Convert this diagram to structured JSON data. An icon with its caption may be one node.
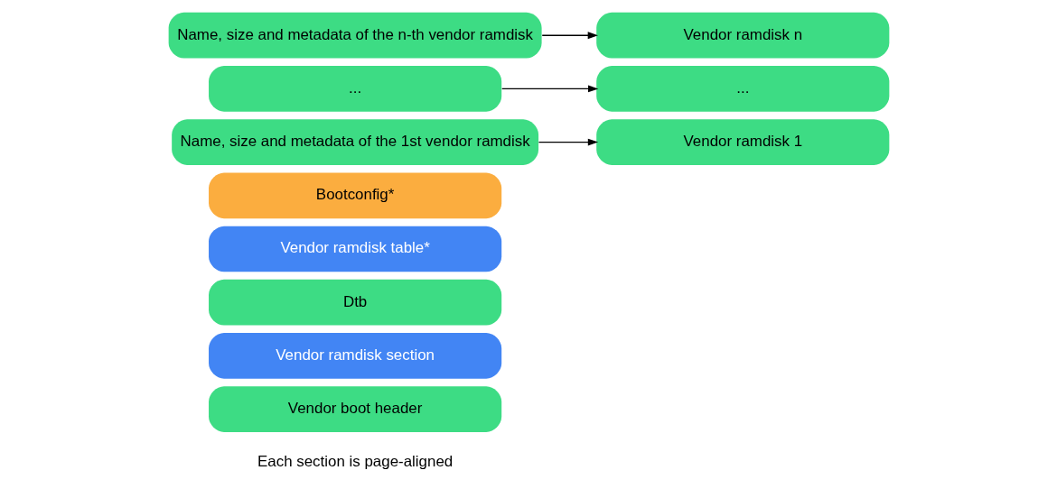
{
  "diagram": {
    "nodes": [
      {
        "text": [
          "Vendor boot header"
        ]
      },
      {
        "text": [
          "Vendor ramdisk section"
        ]
      },
      {
        "text": [
          "Dtb"
        ]
      },
      {
        "text": [
          "Vendor ramdisk table*"
        ]
      },
      {
        "text": [
          "Bootconfig*"
        ]
      },
      {
        "text": [
          "Vendor ramdisk 1"
        ]
      },
      {
        "text": [
          "..."
        ]
      },
      {
        "text": [
          "Vendor ramdisk n"
        ]
      },
      {
        "text": [
          "Name, size and metadata of the 1st vendor ramdisk"
        ]
      },
      {
        "text": [
          "..."
        ]
      },
      {
        "text": [
          "Name, size and metadata of the n-th vendor ramdisk"
        ]
      }
    ],
    "edges": [
      {
        "from": 8,
        "to": 5,
        "arrow": "to"
      },
      {
        "from": 9,
        "to": 6,
        "arrow": "to"
      },
      {
        "from": 10,
        "to": 7,
        "arrow": "to"
      }
    ],
    "labels": [
      "Each section is page-aligned"
    ]
  }
}
